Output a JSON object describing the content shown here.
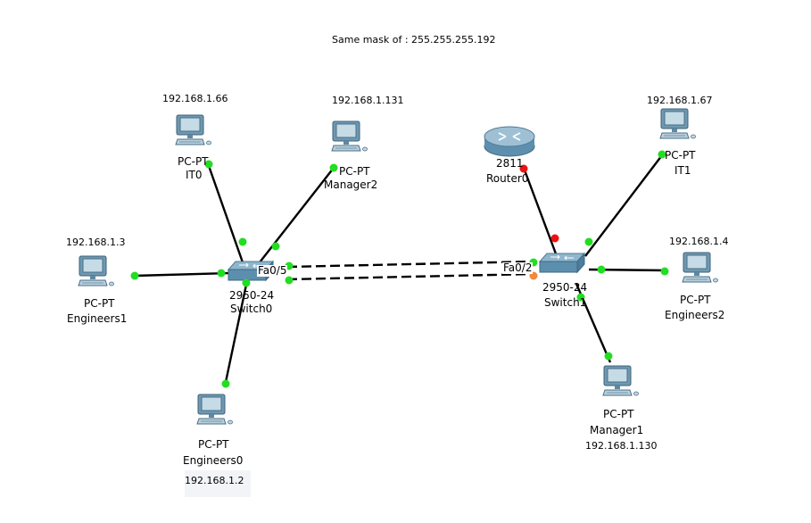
{
  "title": "Same mask of : 255.255.255.192",
  "switches": [
    {
      "id": "sw0",
      "model": "2950-24",
      "name": "Switch0",
      "port": "Fa0/5"
    },
    {
      "id": "sw1",
      "model": "2950-24",
      "name": "Switch1",
      "port": "Fa0/2"
    }
  ],
  "router": {
    "model": "2811",
    "name": "Router0"
  },
  "pcs": [
    {
      "id": "it0",
      "type": "PC-PT",
      "name": "IT0",
      "ip": "192.168.1.66"
    },
    {
      "id": "manager2",
      "type": "PC-PT",
      "name": "Manager2",
      "ip": "192.168.1.131"
    },
    {
      "id": "engineers1",
      "type": "PC-PT",
      "name": "Engineers1",
      "ip": "192.168.1.3"
    },
    {
      "id": "engineers0",
      "type": "PC-PT",
      "name": "Engineers0",
      "ip": "192.168.1.2"
    },
    {
      "id": "it1",
      "type": "PC-PT",
      "name": "IT1",
      "ip": "192.168.1.67"
    },
    {
      "id": "engineers2",
      "type": "PC-PT",
      "name": "Engineers2",
      "ip": "192.168.1.4"
    },
    {
      "id": "manager1",
      "type": "PC-PT",
      "name": "Manager1",
      "ip": "192.168.1.130"
    }
  ],
  "colors": {
    "link_up": "#22dd22",
    "link_down": "#ee1111",
    "link_pending": "#f08a3c",
    "cable": "#000000",
    "device_blue": "#5f93b3"
  }
}
